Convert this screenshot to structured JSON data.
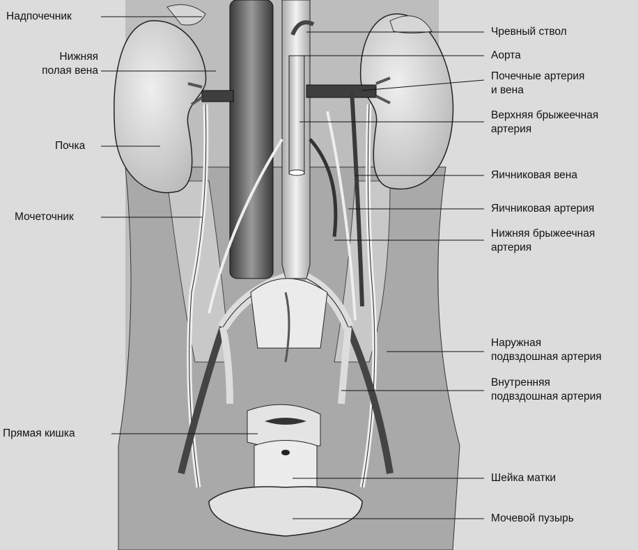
{
  "labels_left": {
    "adrenal": "Надпочечник",
    "ivc_line1": "Нижняя",
    "ivc_line2": "полая вена",
    "kidney": "Почка",
    "ureter": "Мочеточник",
    "rectum": "Прямая кишка"
  },
  "labels_right": {
    "celiac": "Чревный ствол",
    "aorta": "Аорта",
    "renal_line1": "Почечные артерия",
    "renal_line2": "и вена",
    "sma_line1": "Верхняя брыжеечная",
    "sma_line2": "артерия",
    "ovarian_vein": "Яичниковая вена",
    "ovarian_artery": "Яичниковая артерия",
    "ima_line1": "Нижняя брыжеечная",
    "ima_line2": "артерия",
    "ext_iliac_line1": "Наружная",
    "ext_iliac_line2": "подвздошная артерия",
    "int_iliac_line1": "Внутренняя",
    "int_iliac_line2": "подвздошная артерия",
    "cervix": "Шейка матки",
    "bladder": "Мочевой пузырь"
  },
  "colors": {
    "background": "#dcdcdc",
    "tissue": "#c9c9c9",
    "organ": "#e6e6e6",
    "vessel_dark": "#4a4a4a",
    "outline": "#222222"
  }
}
